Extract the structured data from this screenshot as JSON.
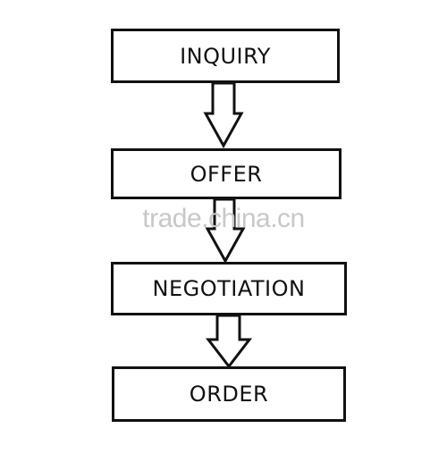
{
  "diagram": {
    "steps": [
      {
        "id": "inquiry",
        "label": "INQUIRY"
      },
      {
        "id": "offer",
        "label": "OFFER"
      },
      {
        "id": "negotiation",
        "label": "NEGOTIATION"
      },
      {
        "id": "order",
        "label": "ORDER"
      }
    ],
    "watermark": "trade.china.cn",
    "colors": {
      "stroke": "#111111",
      "fill": "#ffffff",
      "watermark": "#c8c8c8"
    }
  }
}
